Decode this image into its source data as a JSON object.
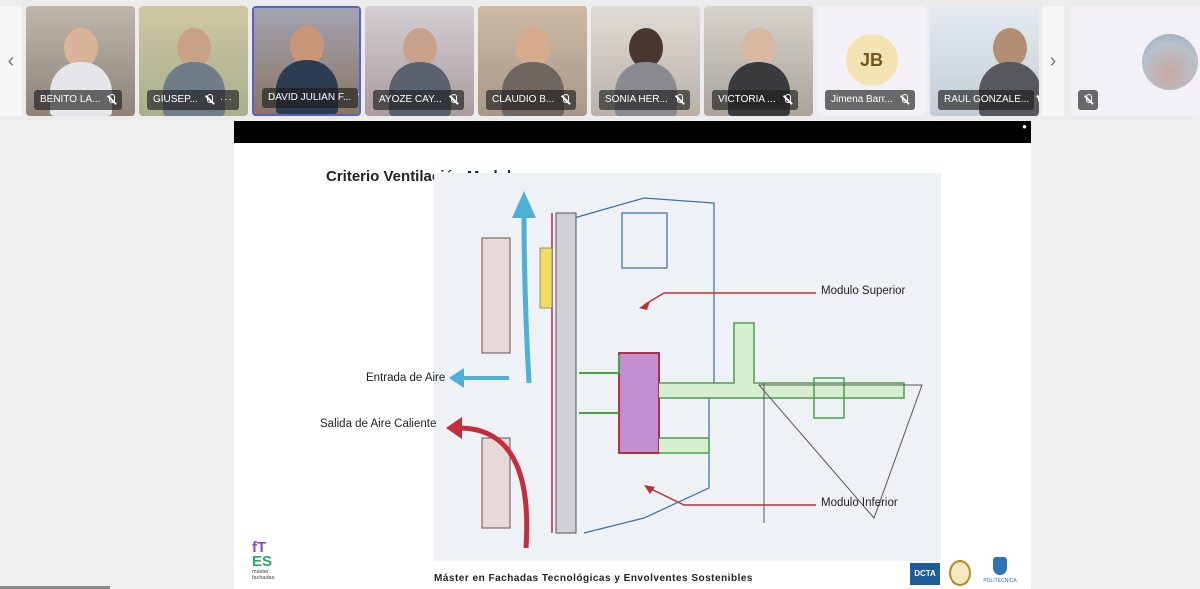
{
  "strip": {
    "participants": [
      {
        "name": "BENITO LA...",
        "mic": "mic-off-icon"
      },
      {
        "name": "GIUSEP...",
        "mic": "mic-off-icon",
        "more": "···"
      },
      {
        "name": "DAVID JULIAN F...",
        "mic": "mic-off-icon",
        "active": true
      },
      {
        "name": "AYOZE CAY...",
        "mic": "mic-off-icon"
      },
      {
        "name": "CLAUDIO B...",
        "mic": "mic-off-icon"
      },
      {
        "name": "SONIA HER...",
        "mic": "mic-off-icon"
      },
      {
        "name": "VICTORIA ...",
        "mic": "mic-off-icon"
      },
      {
        "name": "Jimena Barr...",
        "initials": "JB",
        "mic": "mic-off-icon"
      },
      {
        "name": "RAUL GONZALE...",
        "mic": "mic-off-icon"
      }
    ],
    "nav_prev": "‹",
    "nav_next": "›",
    "accent_color": "#5b5fc7"
  },
  "slide": {
    "title": "Criterio Ventilación Modulo",
    "labels": {
      "modulo_superior": "Modulo Superior",
      "entrada_aire": "Entrada de Aire",
      "salida_aire": "Salida de Aire Caliente",
      "modulo_inferior": "Modulo Inferior"
    },
    "footer": "Máster en Fachadas Tecnológicas y Envolventes Sostenibles",
    "logos": {
      "ftes_line1": "fT",
      "ftes_line2": "ES",
      "ftes_sub1": "máster",
      "ftes_sub2": "fachadas",
      "dcta": "DCTA",
      "poli": "POLITÉCNICA"
    }
  }
}
